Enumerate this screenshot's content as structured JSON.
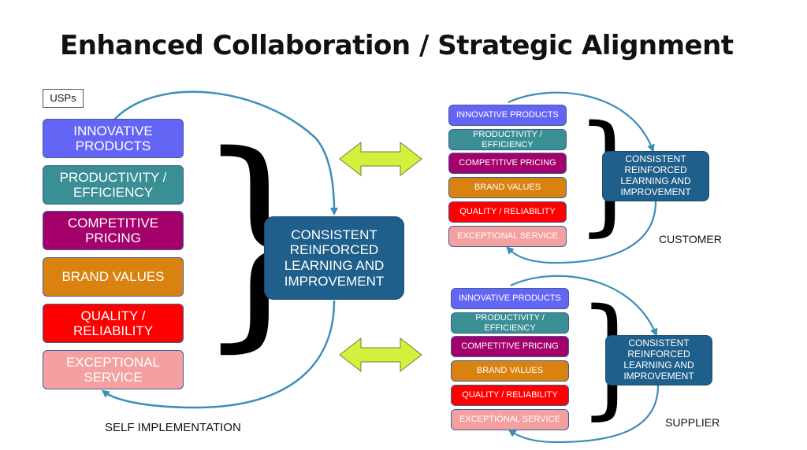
{
  "title": "Enhanced Collaboration / Strategic Alignment",
  "usps_label": "USPs",
  "usp_items": [
    {
      "label": "INNOVATIVE PRODUCTS",
      "color": "#6565f5"
    },
    {
      "label": "PRODUCTIVITY / EFFICIENCY",
      "color": "#3a8f94"
    },
    {
      "label": "COMPETITIVE PRICING",
      "color": "#a3006b"
    },
    {
      "label": "BRAND VALUES",
      "color": "#d9820f"
    },
    {
      "label": "QUALITY / RELIABILITY",
      "color": "#ff0000"
    },
    {
      "label": "EXCEPTIONAL SERVICE",
      "color": "#f4a0a0"
    }
  ],
  "center": {
    "label": "CONSISTENT REINFORCED LEARNING AND IMPROVEMENT",
    "color": "#1f5f8b"
  },
  "self_label": "SELF IMPLEMENTATION",
  "customer": {
    "label": "CUSTOMER",
    "items": [
      "INNOVATIVE PRODUCTS",
      "PRODUCTIVITY / EFFICIENCY",
      "COMPETITIVE PRICING",
      "BRAND VALUES",
      "QUALITY / RELIABILITY",
      "EXCEPTIONAL SERVICE"
    ],
    "center": "CONSISTENT REINFORCED LEARNING AND IMPROVEMENT"
  },
  "supplier": {
    "label": "SUPPLIER",
    "items": [
      "INNOVATIVE PRODUCTS",
      "PRODUCTIVITY / EFFICIENCY",
      "COMPETITIVE PRICING",
      "BRAND VALUES",
      "QUALITY / RELIABILITY",
      "EXCEPTIONAL SERVICE"
    ],
    "center": "CONSISTENT REINFORCED LEARNING AND IMPROVEMENT"
  },
  "arrow_color": "#d4f03c",
  "loop_color": "#3a8fb7"
}
